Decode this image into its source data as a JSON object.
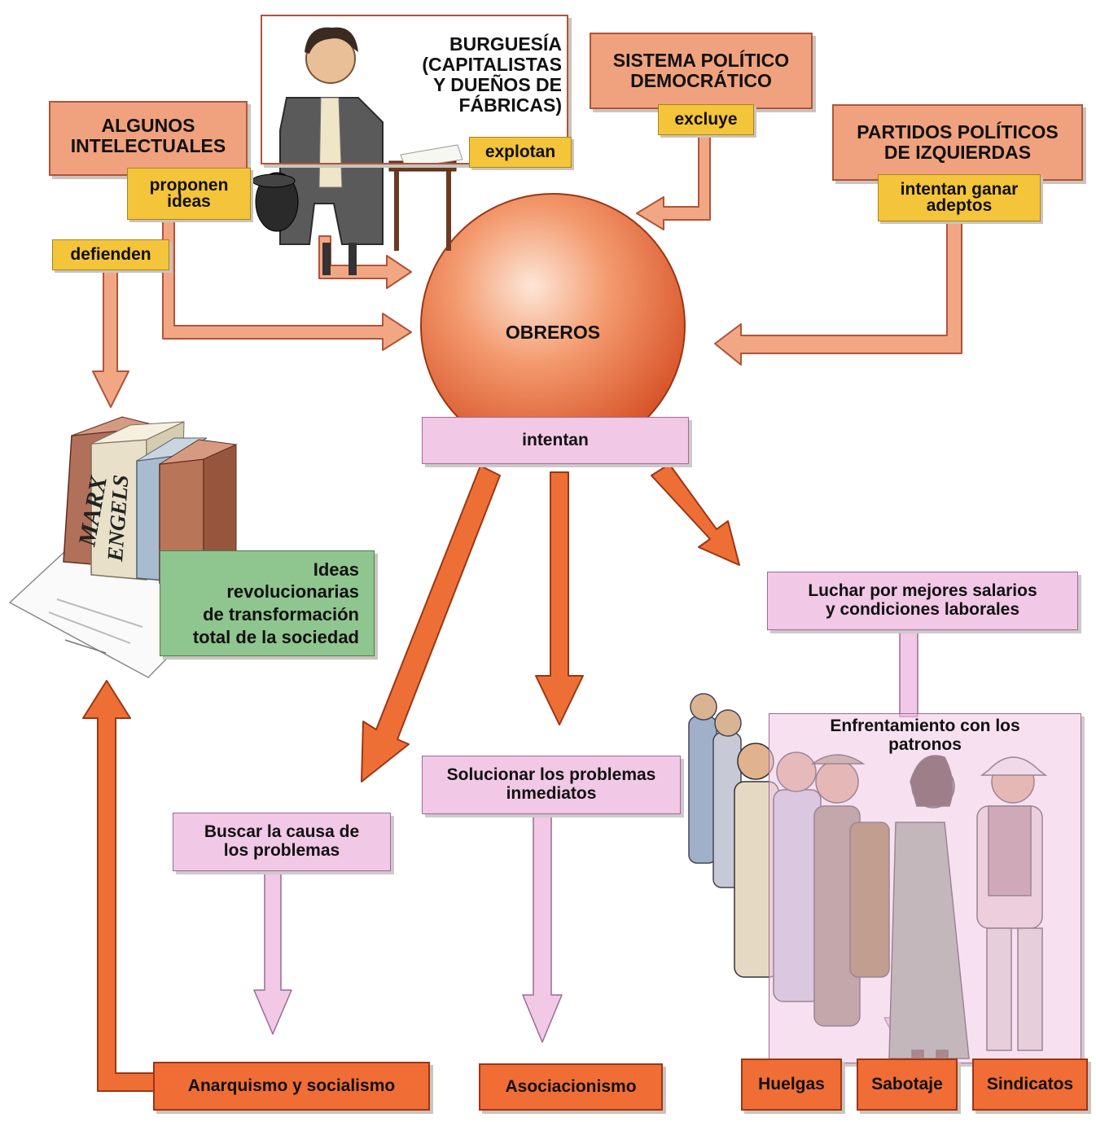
{
  "nodes": {
    "burguesia": "BURGUESÍA\n(CAPITALISTAS\nY DUEÑOS DE\nFÁBRICAS)",
    "sistema": "SISTEMA POLÍTICO\nDEMOCRÁTICO",
    "intelectuales": "ALGUNOS\nINTELECTUALES",
    "partidos": "PARTIDOS POLÍTICOS\nDE IZQUIERDAS",
    "obreros": "OBREROS",
    "ideas": "Ideas\nrevolucionarias\nde transformación\ntotal de la sociedad",
    "luchar": "Luchar por mejores salarios\ny condiciones laborales",
    "enfrentamiento": "Enfrentamiento con los\npatronos",
    "solucionar": "Solucionar los problemas\ninmediatos",
    "buscar": "Buscar la causa de\nlos problemas",
    "anarquismo": "Anarquismo y socialismo",
    "asociacionismo": "Asociacionismo",
    "huelgas": "Huelgas",
    "sabotaje": "Sabotaje",
    "sindicatos": "Sindicatos"
  },
  "relations": {
    "explotan": "explotan",
    "excluye": "excluye",
    "proponen": "proponen\nideas",
    "defienden": "defienden",
    "intentan_ganar": "intentan ganar\nadeptos",
    "intentan": "intentan"
  },
  "books": {
    "book1": "MARX",
    "book2": "ENGELS"
  },
  "colors": {
    "node": "#f0a27e",
    "relation": "#f4c43a",
    "goal": "#f1c8e6",
    "ideas": "#8fc58e",
    "outcome": "#f06d36",
    "sphere": "#ec7a4c"
  }
}
